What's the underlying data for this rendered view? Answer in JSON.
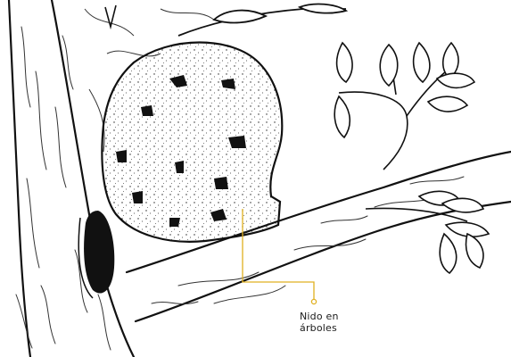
{
  "callout": {
    "line1": "Nido en",
    "line2": "árboles",
    "leader_color": "#e0b020"
  },
  "colors": {
    "ink": "#111111",
    "background": "#ffffff"
  },
  "icons": [
    "tree-trunk",
    "branch",
    "leaf",
    "tree-hollow",
    "termite-nest"
  ]
}
